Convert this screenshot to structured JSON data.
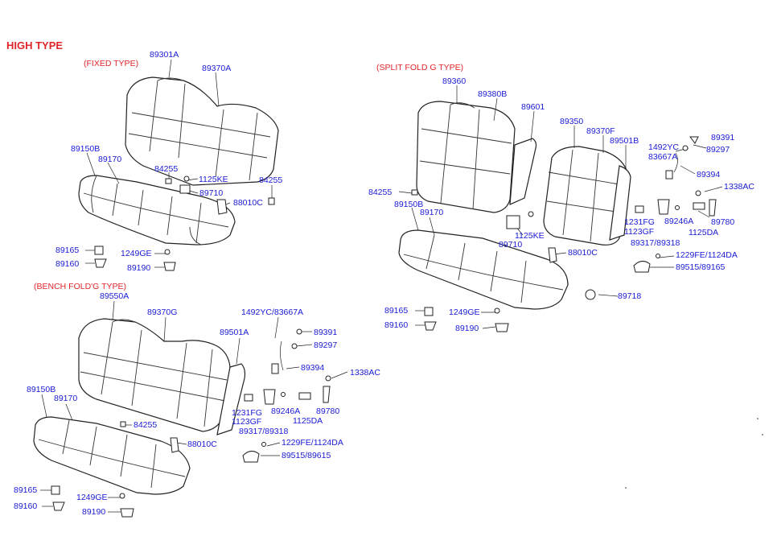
{
  "title": "HIGH TYPE",
  "sections": {
    "fixed": "(FIXED TYPE)",
    "split": "(SPLIT FOLD G TYPE)",
    "bench": "(BENCH FOLD'G TYPE)"
  },
  "labels": {
    "fixed": {
      "p89301A": "89301A",
      "p89370A": "89370A",
      "p89150B": "89150B",
      "p89170": "89170",
      "p84255a": "84255",
      "p1125KE": "1125KE",
      "p84255b": "84255",
      "p89710": "89710",
      "p88010C": "88010C",
      "p89165": "89165",
      "p89160": "89160",
      "p1249GE": "1249GE",
      "p89190": "89190"
    },
    "split": {
      "p89360": "89360",
      "p89380B": "89380B",
      "p89601": "89601",
      "p89350": "89350",
      "p89370F": "89370F",
      "p89501B": "89501B",
      "p1492YC": "1492YC",
      "p83667A": "83667A",
      "p89391": "89391",
      "p89297": "89297",
      "p89394": "89394",
      "p1338AC": "1338AC",
      "p84255": "84255",
      "p89150B": "89150B",
      "p89170": "89170",
      "p1125KE": "1125KE",
      "p89710": "89710",
      "p88010C": "88010C",
      "p1231FG": "1231FG",
      "p1123GF": "1123GF",
      "p89246A": "89246A",
      "p89780": "89780",
      "p1125DA": "1125DA",
      "p89317_89318": "89317/89318",
      "p1229FE_1124DA": "1229FE/1124DA",
      "p89515_89165": "89515/89165",
      "p89718": "89718",
      "p89165": "89165",
      "p1249GE": "1249GE",
      "p89160": "89160",
      "p89190": "89190"
    },
    "bench": {
      "p89550A": "89550A",
      "p89370G": "89370G",
      "p1492YC_83667A": "1492YC/83667A",
      "p89501A": "89501A",
      "p89391": "89391",
      "p89297": "89297",
      "p89394": "89394",
      "p1338AC": "1338AC",
      "p89150B": "89150B",
      "p89170": "89170",
      "p1231FG": "1231FG",
      "p1123GF": "1123GF",
      "p89246A": "89246A",
      "p89780": "89780",
      "p1125DA": "1125DA",
      "p84255": "84255",
      "p89317_89318": "89317/89318",
      "p88010C": "88010C",
      "p1229FE_1124DA": "1229FE/1124DA",
      "p89515_89615": "89515/89615",
      "p89165": "89165",
      "p1249GE": "1249GE",
      "p89160": "89160",
      "p89190": "89190"
    }
  },
  "colors": {
    "label": "#1a1ad6",
    "heading": "#e0262b",
    "line": "#222222"
  }
}
